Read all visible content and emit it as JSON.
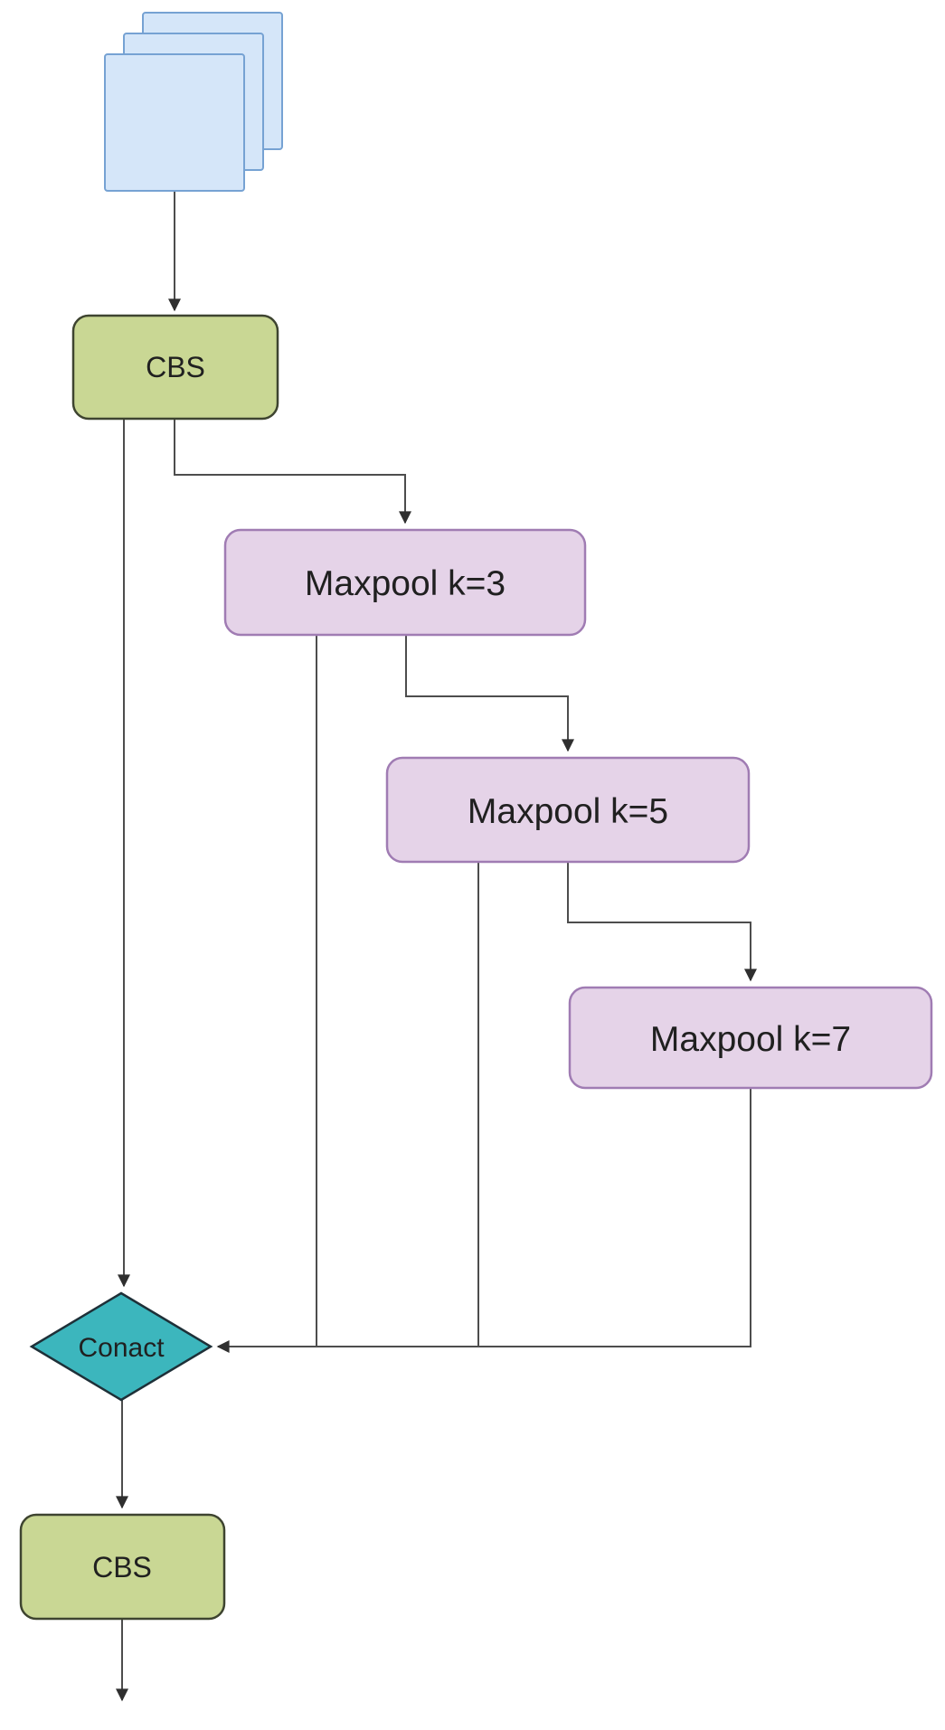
{
  "nodes": {
    "input_stack": {
      "type": "stacked-feature-maps",
      "count": 3
    },
    "cbs_top": {
      "label": "CBS"
    },
    "maxpool_k3": {
      "label": "Maxpool k=3"
    },
    "maxpool_k5": {
      "label": "Maxpool k=5"
    },
    "maxpool_k7": {
      "label": "Maxpool k=7"
    },
    "concat": {
      "label": "Conact"
    },
    "cbs_bottom": {
      "label": "CBS"
    }
  },
  "edges": [
    {
      "from": "input_stack",
      "to": "cbs_top"
    },
    {
      "from": "cbs_top",
      "to": "maxpool_k3"
    },
    {
      "from": "cbs_top",
      "to": "concat"
    },
    {
      "from": "maxpool_k3",
      "to": "maxpool_k5"
    },
    {
      "from": "maxpool_k3",
      "to": "concat"
    },
    {
      "from": "maxpool_k5",
      "to": "maxpool_k7"
    },
    {
      "from": "maxpool_k5",
      "to": "concat"
    },
    {
      "from": "maxpool_k7",
      "to": "concat"
    },
    {
      "from": "concat",
      "to": "cbs_bottom"
    },
    {
      "from": "cbs_bottom",
      "to": "output"
    }
  ],
  "colors": {
    "background": "#ffffff",
    "input_fill": "#d5e6f9",
    "input_border": "#76a2d3",
    "cbs_fill": "#c9d794",
    "cbs_border": "#3e4430",
    "maxpool_fill": "#e5d3e8",
    "maxpool_border": "#a07cb3",
    "concat_fill": "#3cb6bd",
    "concat_border": "#1e3038",
    "connector": "#4d4d4d",
    "arrowhead": "#2f2f2f",
    "text": "#202020"
  }
}
